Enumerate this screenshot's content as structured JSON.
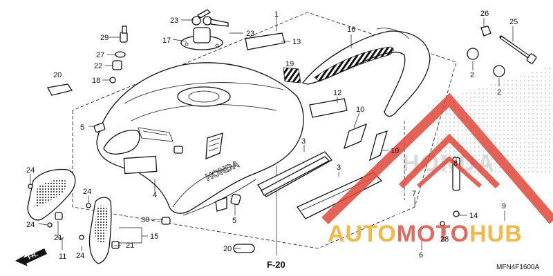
{
  "diagram": {
    "code": "MFN4F1600A",
    "ref": "F-20",
    "direction": "FR.",
    "brand_text": "HONDA",
    "callouts": [
      {
        "id": "c1",
        "text": "1"
      },
      {
        "id": "c2a",
        "text": "2"
      },
      {
        "id": "c2b",
        "text": "2"
      },
      {
        "id": "c3a",
        "text": "3"
      },
      {
        "id": "c3b",
        "text": "3"
      },
      {
        "id": "c4",
        "text": "4"
      },
      {
        "id": "c5a",
        "text": "5"
      },
      {
        "id": "c5b",
        "text": "5"
      },
      {
        "id": "c6",
        "text": "6"
      },
      {
        "id": "c7",
        "text": "7"
      },
      {
        "id": "c8",
        "text": "8"
      },
      {
        "id": "c9",
        "text": "9"
      },
      {
        "id": "c10a",
        "text": "10"
      },
      {
        "id": "c10b",
        "text": "10"
      },
      {
        "id": "c11",
        "text": "11"
      },
      {
        "id": "c12",
        "text": "12"
      },
      {
        "id": "c13",
        "text": "13"
      },
      {
        "id": "c14",
        "text": "14"
      },
      {
        "id": "c15",
        "text": "15"
      },
      {
        "id": "c16",
        "text": "16"
      },
      {
        "id": "c17",
        "text": "17"
      },
      {
        "id": "c18",
        "text": "18"
      },
      {
        "id": "c19",
        "text": "19"
      },
      {
        "id": "c20a",
        "text": "20"
      },
      {
        "id": "c20b",
        "text": "20"
      },
      {
        "id": "c21a",
        "text": "21"
      },
      {
        "id": "c21b",
        "text": "21"
      },
      {
        "id": "c22",
        "text": "22"
      },
      {
        "id": "c23a",
        "text": "23"
      },
      {
        "id": "c23b",
        "text": "23"
      },
      {
        "id": "c24a",
        "text": "24"
      },
      {
        "id": "c24b",
        "text": "24"
      },
      {
        "id": "c24c",
        "text": "24"
      },
      {
        "id": "c24d",
        "text": "24"
      },
      {
        "id": "c25",
        "text": "25"
      },
      {
        "id": "c26",
        "text": "26"
      },
      {
        "id": "c27",
        "text": "27"
      },
      {
        "id": "c28",
        "text": "28"
      },
      {
        "id": "c29",
        "text": "29"
      },
      {
        "id": "c30",
        "text": "30"
      }
    ]
  },
  "watermark": {
    "text_a": "AUTO",
    "text_b": "MOTO",
    "text_c": "HUB",
    "colors": {
      "a": "#f2b134",
      "b": "#e05a4d",
      "c": "#f2b134",
      "triangle": "#e0473a"
    }
  },
  "background_brand": {
    "text": "HONDA",
    "color": "#d9d9d9"
  }
}
